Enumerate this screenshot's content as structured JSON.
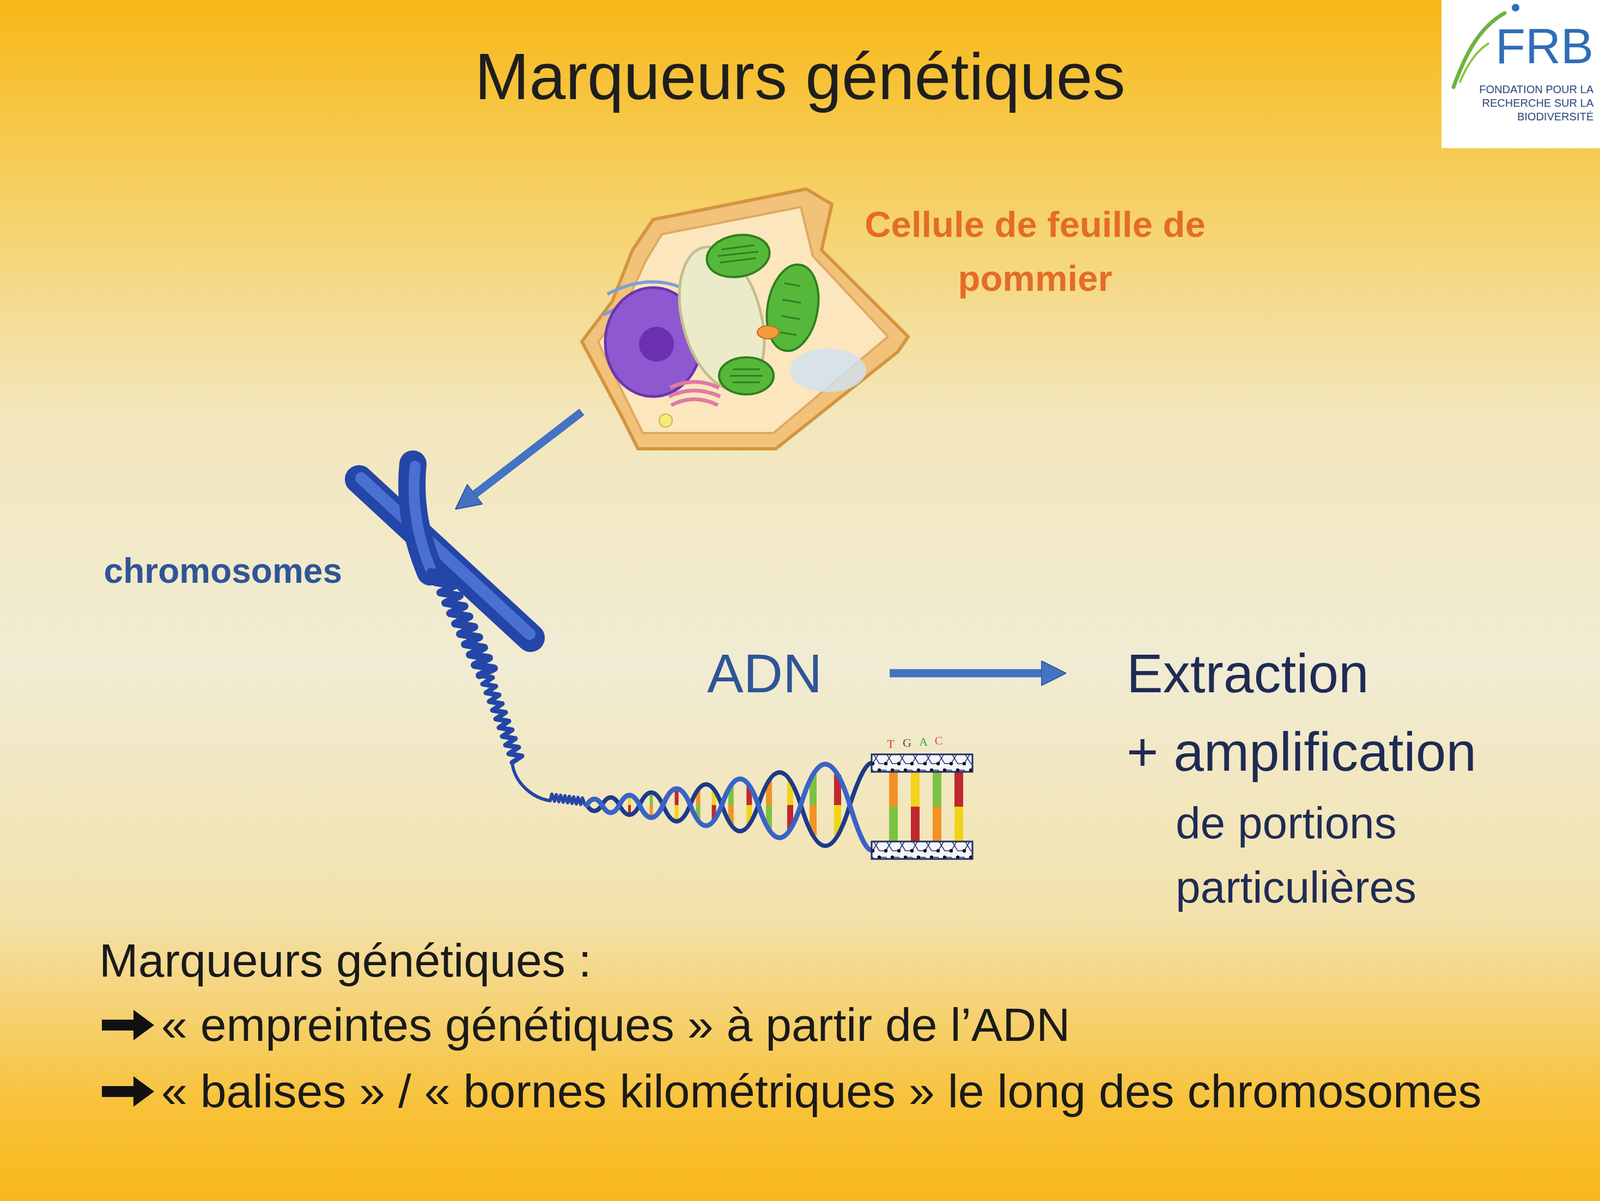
{
  "diagram": {
    "title": "Marqueurs génétiques",
    "nodes": [
      {
        "text": [
          "FRB",
          "FONDATION POUR LA RECHERCHE SUR LA BIODIVERSITÉ"
        ]
      },
      {
        "text": [
          "Cellule de feuille de pommier"
        ]
      },
      {
        "text": [
          "chromosomes"
        ]
      },
      {
        "text": [
          "ADN"
        ]
      },
      {
        "text": [
          "Extraction",
          "+ amplification",
          "de portions particulières"
        ]
      }
    ],
    "edges": [
      {
        "from": 1,
        "to": 2,
        "arrow": "to"
      },
      {
        "from": 3,
        "to": 4,
        "arrow": "to"
      }
    ],
    "labels": [
      "T",
      "G",
      "A",
      "C",
      "Marqueurs génétiques :",
      "« empreintes génétiques » à partir de l’ADN",
      "« balises » / « bornes kilométriques » le long des chromosomes"
    ]
  }
}
